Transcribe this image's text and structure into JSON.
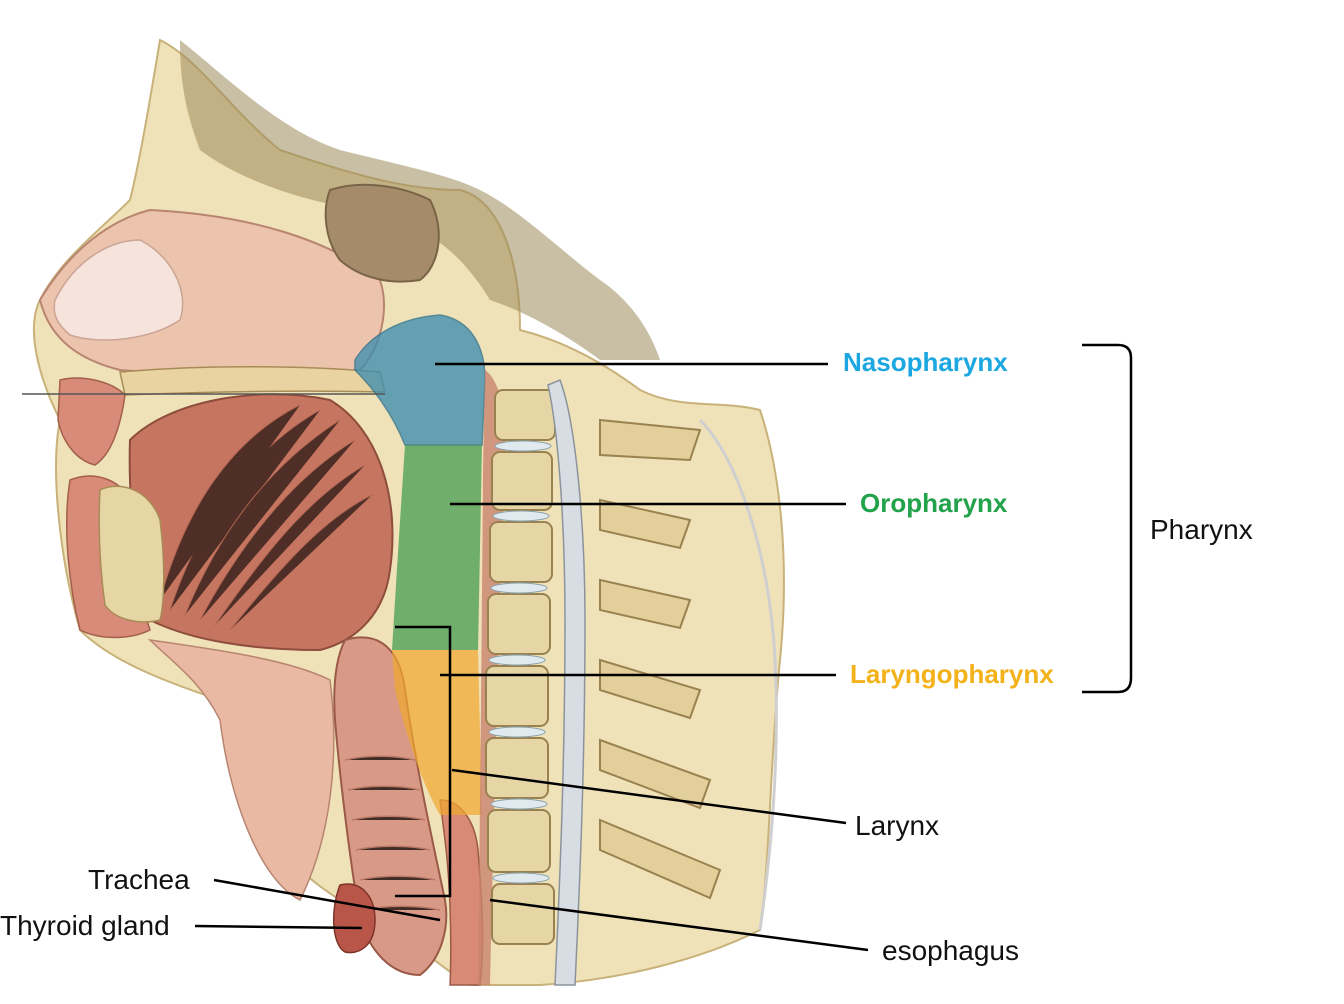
{
  "labels": {
    "nasopharynx": "Nasopharynx",
    "oropharynx": "Oropharynx",
    "laryngopharynx": "Laryngopharynx",
    "pharynx": "Pharynx",
    "larynx": "Larynx",
    "trachea": "Trachea",
    "thyroid_gland": "Thyroid gland",
    "esophagus": "esophagus"
  },
  "colors": {
    "nasopharynx": "#1ca7e0",
    "oropharynx": "#22a24a",
    "laryngopharynx": "#f3b21a",
    "label_text": "#111111",
    "leader_line": "#000000",
    "bone": "#e6d6a6",
    "muscle": "#c67560",
    "soft_tissue": "#e9b9a4"
  }
}
